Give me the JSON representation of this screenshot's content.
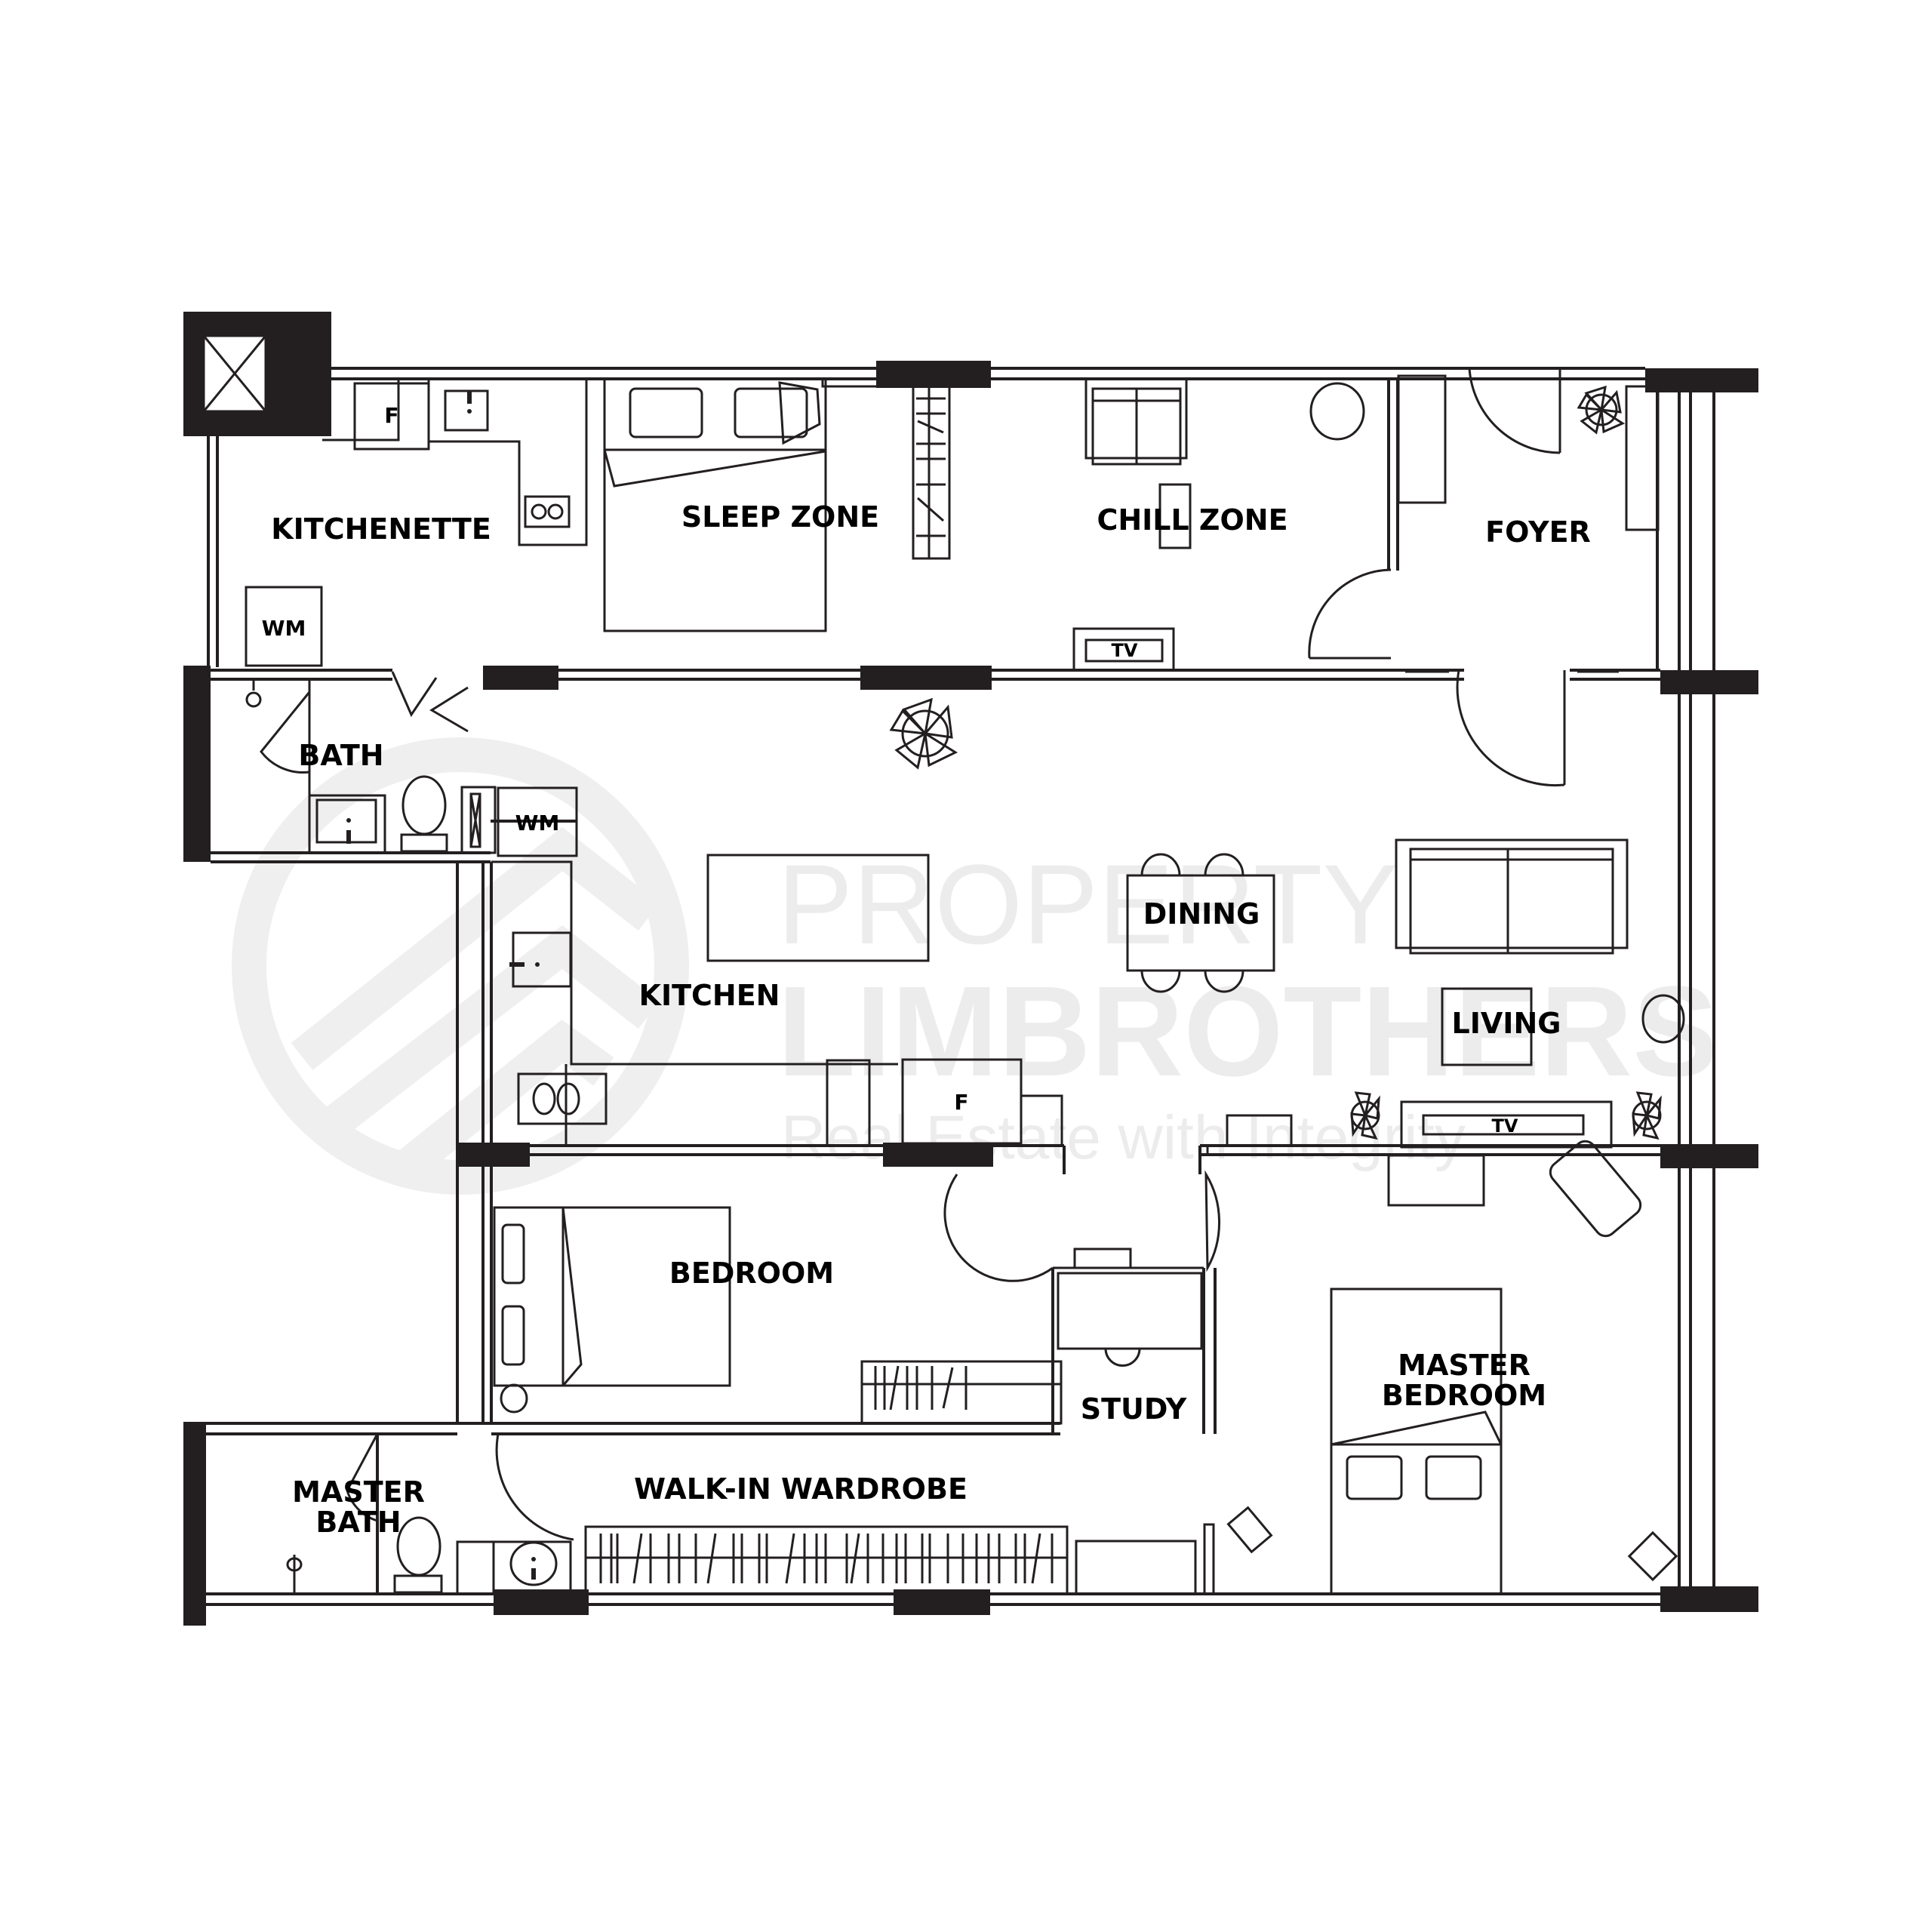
{
  "plan": {
    "type": "apartment floor plan",
    "rooms": [
      {
        "id": "kitchenette",
        "label": "KITCHENETTE"
      },
      {
        "id": "sleep-zone",
        "label": "SLEEP ZONE"
      },
      {
        "id": "chill-zone",
        "label": "CHILL ZONE"
      },
      {
        "id": "foyer",
        "label": "FOYER"
      },
      {
        "id": "bath",
        "label": "BATH"
      },
      {
        "id": "kitchen",
        "label": "KITCHEN"
      },
      {
        "id": "dining",
        "label": "DINING"
      },
      {
        "id": "living",
        "label": "LIVING"
      },
      {
        "id": "bedroom",
        "label": "BEDROOM"
      },
      {
        "id": "study",
        "label": "STUDY"
      },
      {
        "id": "master-bedroom",
        "label_line1": "MASTER",
        "label_line2": "BEDROOM"
      },
      {
        "id": "master-bath",
        "label_line1": "MASTER",
        "label_line2": "BATH"
      },
      {
        "id": "walk-in-wardrobe",
        "label": "WALK-IN WARDROBE"
      }
    ],
    "appliance_labels": {
      "fridge": "F",
      "washing_machine": "WM",
      "television": "TV"
    }
  },
  "watermark": {
    "line1": "PROPERTY",
    "line2": "LIMBROTHERS",
    "tagline": "Real Estate with Integrity"
  },
  "colors": {
    "line": "#231f20",
    "watermark": "#ececec",
    "background": "#ffffff"
  }
}
